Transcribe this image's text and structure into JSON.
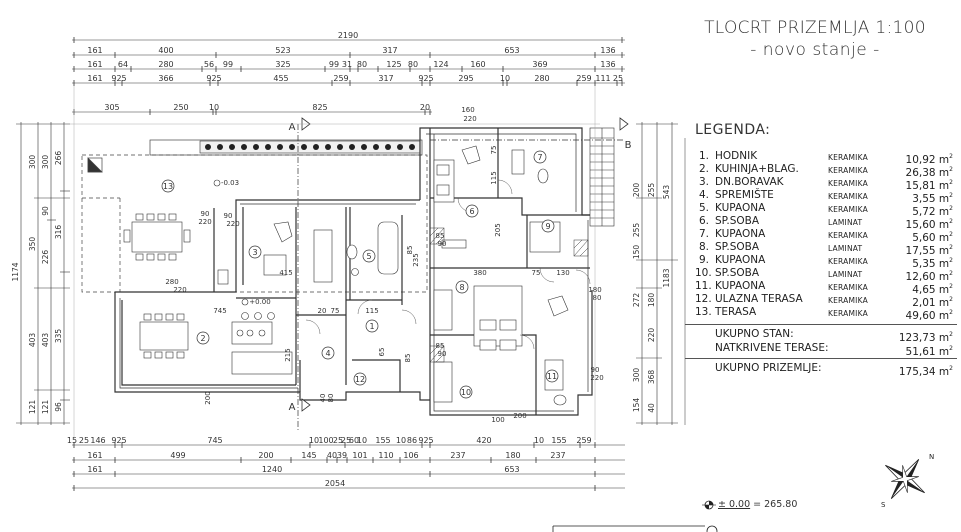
{
  "title": {
    "line1": "TLOCRT PRIZEMLJA 1:100",
    "line2": "- novo stanje -"
  },
  "legend": {
    "heading": "LEGENDA:",
    "rooms": [
      {
        "num": "1.",
        "name": "HODNIK",
        "floor": "KERAMIKA",
        "area": "10,92 m"
      },
      {
        "num": "2.",
        "name": "KUHINJA+BLAG.",
        "floor": "KERAMIKA",
        "area": "26,38 m"
      },
      {
        "num": "3.",
        "name": "DN.BORAVAK",
        "floor": "KERAMIKA",
        "area": "15,81 m"
      },
      {
        "num": "4.",
        "name": "SPREMIŠTE",
        "floor": "KERAMIKA",
        "area": "3,55 m"
      },
      {
        "num": "5.",
        "name": "KUPAONA",
        "floor": "KERAMIKA",
        "area": "5,72 m"
      },
      {
        "num": "6.",
        "name": "SP.SOBA",
        "floor": "LAMINAT",
        "area": "15,60 m"
      },
      {
        "num": "7.",
        "name": "KUPAONA",
        "floor": "KERAMIKA",
        "area": "5,60 m"
      },
      {
        "num": "8.",
        "name": "SP.SOBA",
        "floor": "LAMINAT",
        "area": "17,55 m"
      },
      {
        "num": "9.",
        "name": "KUPAONA",
        "floor": "KERAMIKA",
        "area": "5,35 m"
      },
      {
        "num": "10.",
        "name": "SP.SOBA",
        "floor": "LAMINAT",
        "area": "12,60 m"
      },
      {
        "num": "11.",
        "name": "KUPAONA",
        "floor": "KERAMIKA",
        "area": "4,65 m"
      },
      {
        "num": "12.",
        "name": "ULAZNA TERASA",
        "floor": "KERAMIKA",
        "area": "2,01 m"
      },
      {
        "num": "13.",
        "name": "TERASA",
        "floor": "KERAMIKA",
        "area": "49,60 m"
      }
    ],
    "area_unit_sup": "2",
    "totals": [
      {
        "label": "UKUPNO STAN:",
        "value": "123,73 m"
      },
      {
        "label": "NATKRIVENE TERASE:",
        "value": "51,61 m"
      }
    ],
    "grand_total": {
      "label": "UKUPNO PRIZEMLJE:",
      "value": "175,34 m"
    }
  },
  "elevation": {
    "value": "± 0.00",
    "abs": " = 265.80"
  },
  "section_marks": {
    "a": "A",
    "b": "B"
  },
  "room_markers": [
    "1",
    "2",
    "3",
    "4",
    "5",
    "6",
    "7",
    "8",
    "9",
    "10",
    "11",
    "12",
    "13"
  ],
  "dims_top": [
    {
      "row": "overall",
      "values": [
        "2190"
      ]
    },
    {
      "row": "r1",
      "values": [
        "161",
        "400",
        "523",
        "317",
        "653",
        "136"
      ]
    },
    {
      "row": "r2",
      "values": [
        "161",
        "64",
        "280",
        "56",
        "99",
        "325",
        "99",
        "31",
        "80",
        "125",
        "80",
        "124",
        "160",
        "369",
        "136"
      ]
    },
    {
      "row": "r3",
      "values": [
        "161",
        "925",
        "366",
        "925",
        "455",
        "259",
        "317",
        "925",
        "295",
        "10",
        "280",
        "259",
        "111",
        "25"
      ]
    },
    {
      "row": "r4",
      "values": [
        "305",
        "250",
        "10",
        "825",
        "20"
      ]
    }
  ],
  "dims_bottom": [
    {
      "row": "b1",
      "values": [
        "15",
        "25",
        "146",
        "925",
        "745",
        "10",
        "100",
        "25",
        "25",
        "60",
        "10",
        "155",
        "10",
        "86",
        "925",
        "420",
        "10",
        "155",
        "259"
      ]
    },
    {
      "row": "b2",
      "values": [
        "161",
        "499",
        "200",
        "145",
        "40",
        "39",
        "101",
        "110",
        "106",
        "237",
        "180",
        "237"
      ]
    },
    {
      "row": "b3",
      "values": [
        "161",
        "1240",
        "653"
      ]
    },
    {
      "row": "b4",
      "values": [
        "2054"
      ]
    }
  ],
  "dims_left": [
    {
      "col": "l1",
      "values": [
        "1174"
      ]
    },
    {
      "col": "l2",
      "values": [
        "300",
        "350",
        "403",
        "121"
      ]
    },
    {
      "col": "l3",
      "values": [
        "300",
        "90",
        "226",
        "403",
        "121"
      ]
    },
    {
      "col": "l4",
      "values": [
        "266",
        "316",
        "335",
        "96"
      ]
    }
  ],
  "dims_right": [
    {
      "col": "r1",
      "values": [
        "200",
        "255",
        "150",
        "272",
        "300",
        "154"
      ]
    },
    {
      "col": "r2",
      "values": [
        "255",
        "180",
        "220",
        "368",
        "40"
      ]
    },
    {
      "col": "r3",
      "values": [
        "543",
        "1183"
      ]
    }
  ],
  "interior_labels": [
    "745",
    "380",
    "75",
    "130",
    "20",
    "75",
    "115",
    "85",
    "90",
    "220",
    "280",
    "220",
    "415",
    "215",
    "235",
    "205",
    "115",
    "160",
    "180",
    "75",
    "200",
    "100",
    "+0.00",
    "-0.03"
  ]
}
